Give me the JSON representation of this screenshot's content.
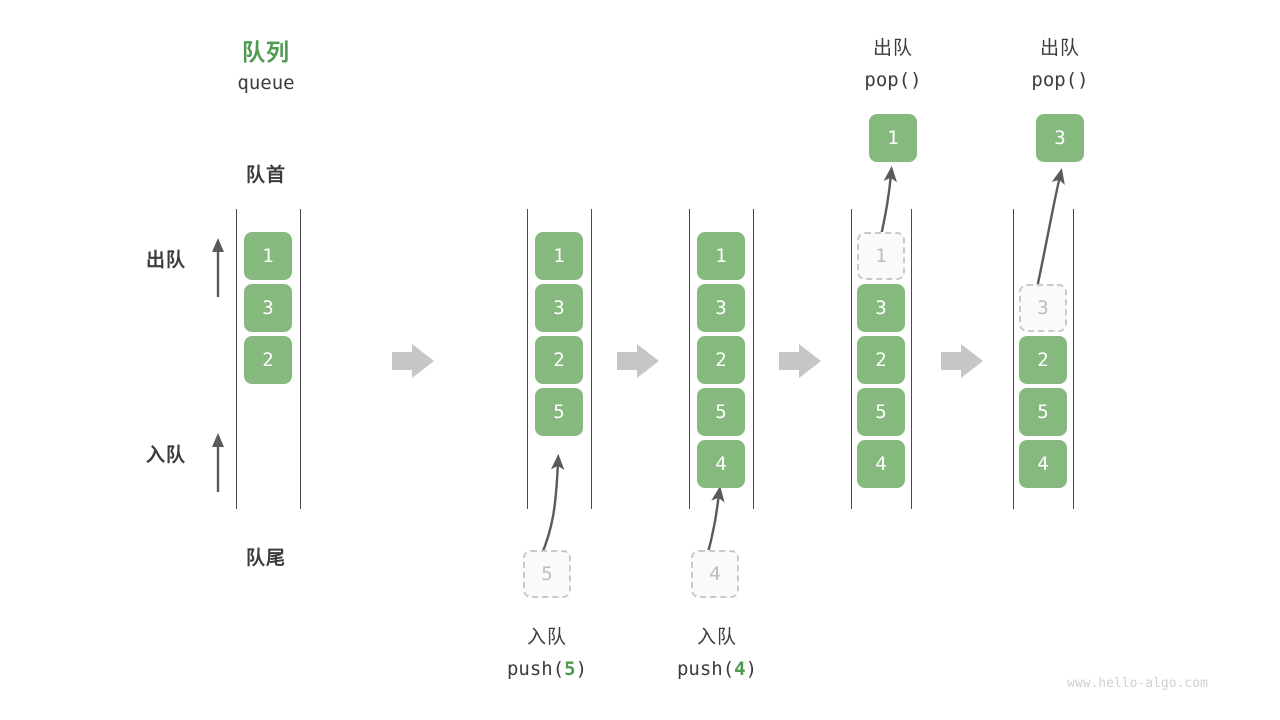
{
  "header": {
    "title_cn": "队列",
    "title_code": "queue"
  },
  "labels": {
    "front": "队首",
    "rear": "队尾",
    "dequeue_side": "出队",
    "enqueue_side": "入队"
  },
  "watermark": "www.hello-algo.com",
  "colors": {
    "accent_green": "#4e9a51",
    "cell_fill": "#85b97d",
    "cell_text": "#ffffff",
    "ghost_border": "#c9c9c9",
    "ghost_text": "#bdbdbd",
    "rail": "#4a4a4a",
    "arrow_gray": "#c6c6c6",
    "curve_arrow": "#5a5a5a",
    "watermark": "#d0d0d0"
  },
  "operations": {
    "push_cn": "入队",
    "pop_cn": "出队",
    "push5_code": "push(5)",
    "push4_code": "push(4)",
    "pop_code": "pop()",
    "push5_arg": "5",
    "push4_arg": "4"
  },
  "columns": [
    {
      "id": "col-initial",
      "cells": [
        {
          "value": "1",
          "state": "solid"
        },
        {
          "value": "3",
          "state": "solid"
        },
        {
          "value": "2",
          "state": "solid"
        }
      ]
    },
    {
      "id": "col-after-push-5",
      "cells": [
        {
          "value": "1",
          "state": "solid"
        },
        {
          "value": "3",
          "state": "solid"
        },
        {
          "value": "2",
          "state": "solid"
        },
        {
          "value": "5",
          "state": "solid"
        }
      ],
      "incoming": {
        "value": "5",
        "state": "ghost"
      }
    },
    {
      "id": "col-after-push-4",
      "cells": [
        {
          "value": "1",
          "state": "solid"
        },
        {
          "value": "3",
          "state": "solid"
        },
        {
          "value": "2",
          "state": "solid"
        },
        {
          "value": "5",
          "state": "solid"
        },
        {
          "value": "4",
          "state": "solid"
        }
      ],
      "incoming": {
        "value": "4",
        "state": "ghost"
      }
    },
    {
      "id": "col-after-pop-1",
      "cells": [
        {
          "value": "1",
          "state": "ghost"
        },
        {
          "value": "3",
          "state": "solid"
        },
        {
          "value": "2",
          "state": "solid"
        },
        {
          "value": "5",
          "state": "solid"
        },
        {
          "value": "4",
          "state": "solid"
        }
      ],
      "outgoing": {
        "value": "1",
        "state": "solid"
      }
    },
    {
      "id": "col-after-pop-3",
      "cells": [
        {
          "value": "3",
          "state": "ghost"
        },
        {
          "value": "2",
          "state": "solid"
        },
        {
          "value": "5",
          "state": "solid"
        },
        {
          "value": "4",
          "state": "solid"
        }
      ],
      "outgoing": {
        "value": "3",
        "state": "solid"
      }
    }
  ]
}
